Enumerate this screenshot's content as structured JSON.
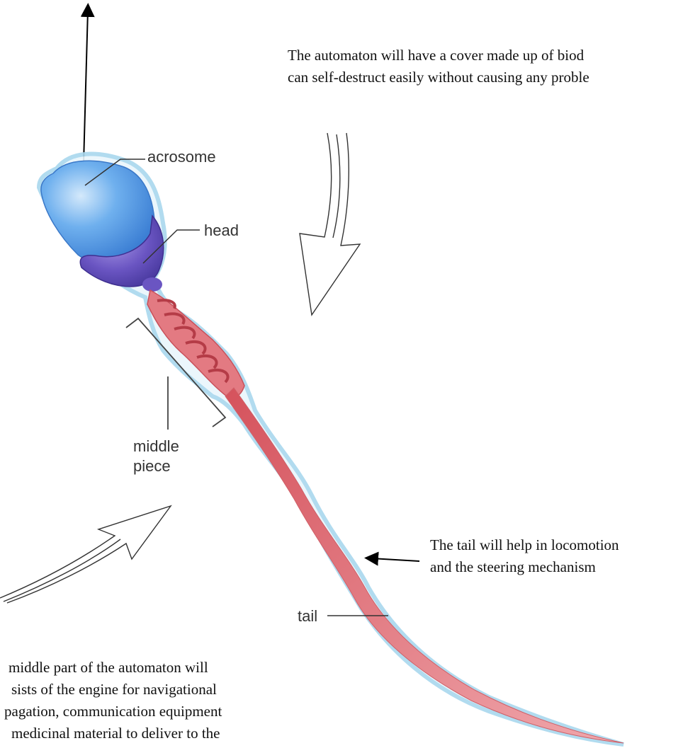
{
  "labels": {
    "acrosome": "acrosome",
    "head": "head",
    "middle_piece_line1": "middle",
    "middle_piece_line2": "piece",
    "tail": "tail"
  },
  "notes": {
    "top_line1": "The automaton will have a cover made up of biod",
    "top_line2": "can self-destruct easily without causing any proble",
    "tail_line1": "The tail will help in locomotion",
    "tail_line2": "and the steering mechanism",
    "middle_lines": [
      "middle part of the automaton will",
      "sists of the engine for navigational",
      "pagation, communication equipment",
      "medicinal material to deliver to the"
    ]
  },
  "colors": {
    "acrosome_blue": "#5aa0e6",
    "head_purple": "#6f5bc6",
    "membrane": "#a9d8ee",
    "midpiece_red": "#d9636b",
    "tail_red": "#e0858c"
  }
}
